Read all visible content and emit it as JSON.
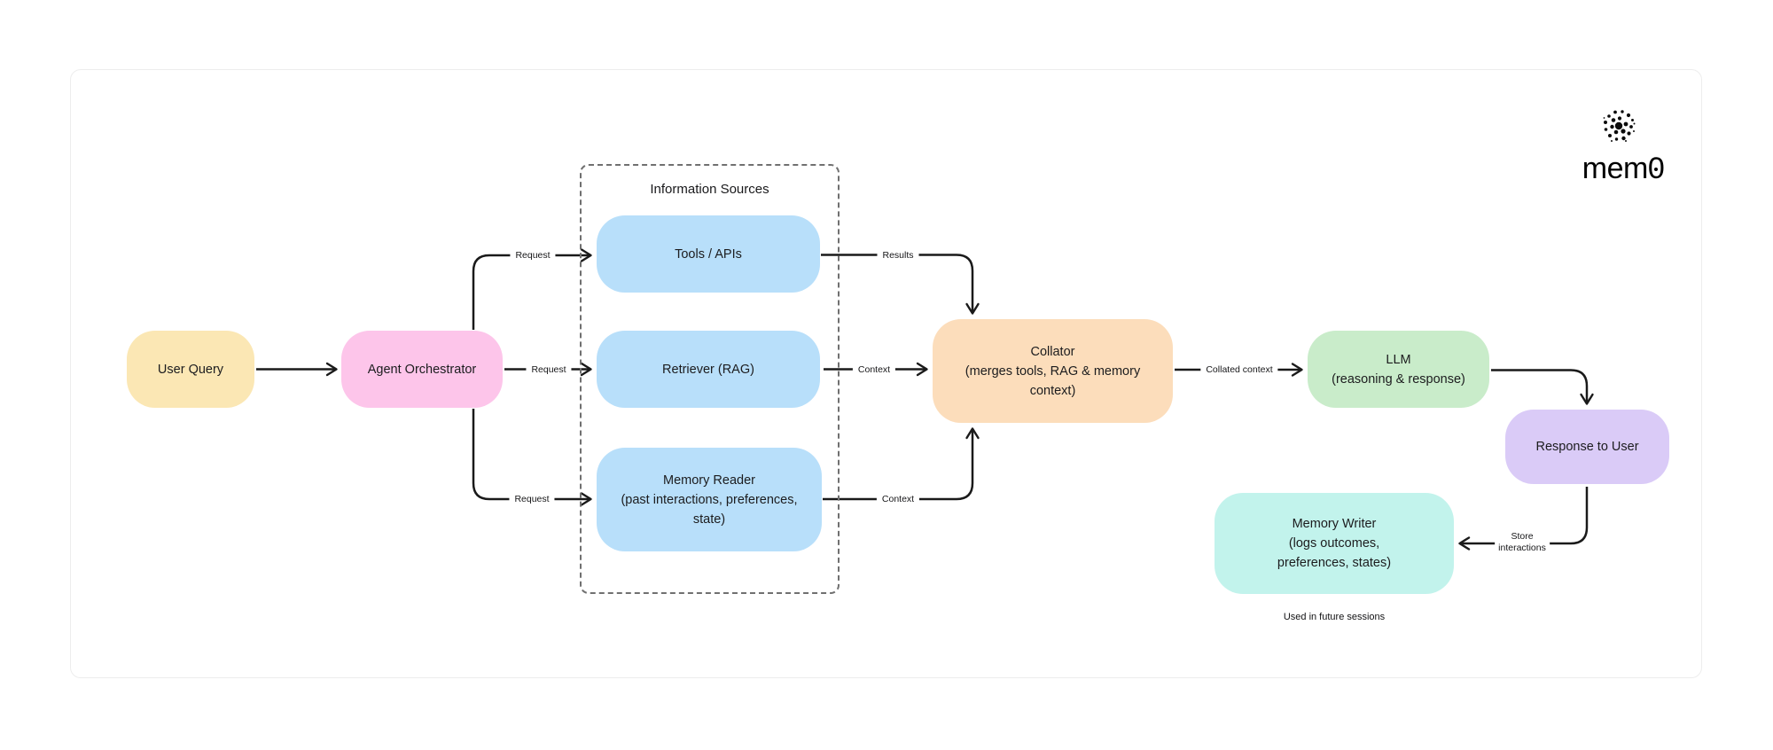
{
  "logo": {
    "icon": "mem0-dots-icon",
    "brand_prefix": "mem",
    "brand_zero": "0"
  },
  "diagram": {
    "line_color": "#1a1a1a",
    "dashed_border_color": "#707070",
    "container_label": "Information Sources",
    "nodes": {
      "user_query": {
        "lines": [
          "User Query"
        ],
        "color": "#FBE7B4"
      },
      "agent_orchestrator": {
        "lines": [
          "Agent Orchestrator"
        ],
        "color": "#FDC5EA"
      },
      "tools_apis": {
        "lines": [
          "Tools / APIs"
        ],
        "color": "#B8DFFA"
      },
      "retriever": {
        "lines": [
          "Retriever (RAG)"
        ],
        "color": "#B8DFFA"
      },
      "memory_reader": {
        "lines": [
          "Memory Reader",
          "(past interactions, preferences,",
          "state)"
        ],
        "color": "#B8DFFA"
      },
      "collator": {
        "lines": [
          "Collator",
          "(merges tools, RAG & memory",
          "context)"
        ],
        "color": "#FCDDBB"
      },
      "llm": {
        "lines": [
          "LLM",
          "(reasoning & response)"
        ],
        "color": "#C9ECCA"
      },
      "response_to_user": {
        "lines": [
          "Response to User"
        ],
        "color": "#DACBF7"
      },
      "memory_writer": {
        "lines": [
          "Memory Writer",
          "(logs outcomes,",
          "preferences, states)"
        ],
        "color": "#C2F3EC"
      }
    },
    "edge_labels": {
      "request_tools": "Request",
      "request_retriever": "Request",
      "request_memory": "Request",
      "results": "Results",
      "context_retriever": "Context",
      "context_memory": "Context",
      "collated_context": "Collated context",
      "store_interactions_line1": "Store",
      "store_interactions_line2": "interactions"
    },
    "caption": "Used in future sessions"
  }
}
